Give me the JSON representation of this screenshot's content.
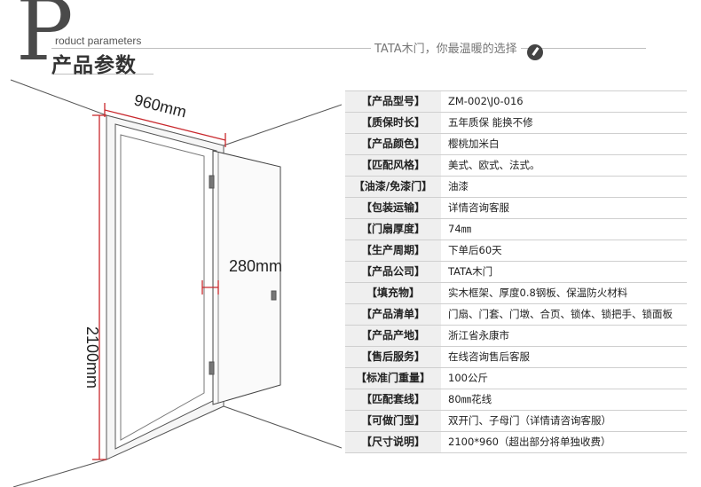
{
  "header": {
    "initial": "P",
    "subtitle_en": "roduct parameters",
    "title_cn": "产品参数",
    "slogan": "TATA木门，你最温暖的选择"
  },
  "dimensions": {
    "width_label": "960mm",
    "height_label": "2100mm",
    "thickness_label": "280mm"
  },
  "specs": [
    {
      "label": "【产品型号】",
      "value": "ZM-002\\J0-016"
    },
    {
      "label": "【质保时长】",
      "value": "五年质保 能换不修"
    },
    {
      "label": "【产品颜色】",
      "value": "樱桃加米白"
    },
    {
      "label": "【匹配风格】",
      "value": "美式、欧式、法式。"
    },
    {
      "label": "【油漆/免漆门】",
      "value": "油漆"
    },
    {
      "label": "【包装运输】",
      "value": "详情咨询客服"
    },
    {
      "label": "【门扇厚度】",
      "value": "74㎜"
    },
    {
      "label": "【生产周期】",
      "value": "下单后60天"
    },
    {
      "label": "【产品公司】",
      "value": "TATA木门"
    },
    {
      "label": "【填充物】",
      "value": "实木框架、厚度0.8钢板、保温防火材料"
    },
    {
      "label": "【产品清单】",
      "value": "门扇、门套、门墩、合页、锁体、锁把手、锁面板"
    },
    {
      "label": "【产品产地】",
      "value": "浙江省永康市"
    },
    {
      "label": "【售后服务】",
      "value": "在线咨询售后客服"
    },
    {
      "label": "【标准门重量】",
      "value": "100公斤"
    },
    {
      "label": "【匹配套线】",
      "value": "80㎜花线"
    },
    {
      "label": "【可做门型】",
      "value": "双开门、子母门（详情请咨询客服）"
    },
    {
      "label": "【尺寸说明】",
      "value": "2100*960（超出部分将单独收费）"
    }
  ]
}
